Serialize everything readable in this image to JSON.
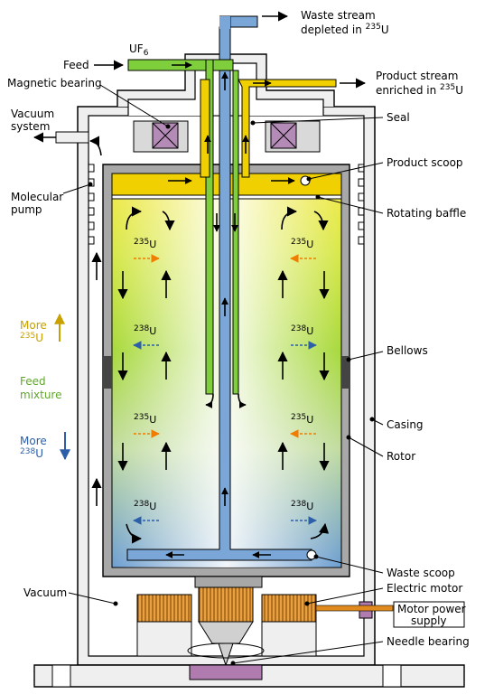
{
  "labels": {
    "waste_stream_1": "Waste stream",
    "waste_stream_2": "depleted in",
    "waste_stream_iso": "235",
    "waste_stream_el": "U",
    "uf6_base": "UF",
    "uf6_sub": "6",
    "feed": "Feed",
    "product_stream_1": "Product stream",
    "product_stream_2": "enriched in",
    "product_stream_iso": "235",
    "product_stream_el": "U",
    "magnetic_bearing": "Magnetic bearing",
    "vacuum_system_1": "Vacuum",
    "vacuum_system_2": "system",
    "seal": "Seal",
    "product_scoop": "Product scoop",
    "molecular_pump_1": "Molecular",
    "molecular_pump_2": "pump",
    "rotating_baffle": "Rotating baffle",
    "more_235_word": "More",
    "more_235_iso": "235",
    "more_235_el": "U",
    "bellows": "Bellows",
    "feed_mixture_1": "Feed",
    "feed_mixture_2": "mixture",
    "casing": "Casing",
    "more_238_word": "More",
    "more_238_iso": "238",
    "more_238_el": "U",
    "rotor": "Rotor",
    "waste_scoop": "Waste scoop",
    "vacuum": "Vacuum",
    "electric_motor": "Electric motor",
    "motor_power_supply_1": "Motor power",
    "motor_power_supply_2": "supply",
    "needle_bearing": "Needle bearing"
  },
  "isotope_labels": [
    {
      "iso": "235",
      "el": "U",
      "arrow_dir": "right",
      "color": "#f07d00"
    },
    {
      "iso": "235",
      "el": "U",
      "arrow_dir": "left",
      "color": "#f07d00"
    },
    {
      "iso": "238",
      "el": "U",
      "arrow_dir": "left",
      "color": "#2c5fa8"
    },
    {
      "iso": "238",
      "el": "U",
      "arrow_dir": "right",
      "color": "#2c5fa8"
    },
    {
      "iso": "235",
      "el": "U",
      "arrow_dir": "right",
      "color": "#f07d00"
    },
    {
      "iso": "235",
      "el": "U",
      "arrow_dir": "left",
      "color": "#f07d00"
    },
    {
      "iso": "238",
      "el": "U",
      "arrow_dir": "left",
      "color": "#2c5fa8"
    },
    {
      "iso": "238",
      "el": "U",
      "arrow_dir": "right",
      "color": "#2c5fa8"
    }
  ],
  "colors": {
    "waste_pipe": "#7aa6d8",
    "feed_pipe": "#7fcf3c",
    "product_pipe": "#f0d000",
    "more_235": "#c8a000",
    "feed_mixture": "#5fa82a",
    "more_238": "#2c5fa8",
    "motor_copper": "#e08a1e",
    "rotor_wall": "#a8a8a8",
    "casing_fill": "#e8e8e8",
    "needle": "#b07cb0"
  }
}
